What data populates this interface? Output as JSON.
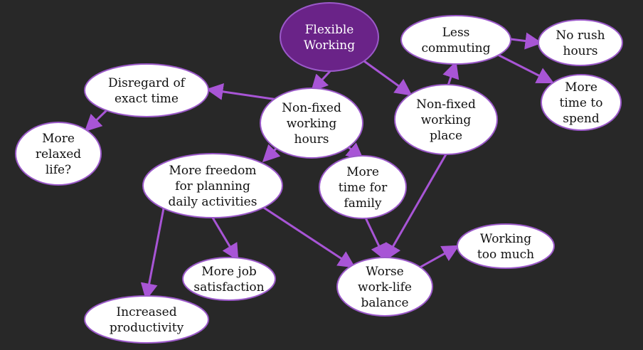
{
  "colors": {
    "background": "#282828",
    "edge": "#a855d6",
    "node_fill": "#ffffff",
    "node_stroke": "#9b59c9",
    "root_fill": "#6a2388",
    "root_text": "#ffffff",
    "node_text": "#111111"
  },
  "nodes": [
    {
      "id": "flexible-working",
      "lines": [
        "Flexible",
        "Working"
      ],
      "root": true
    },
    {
      "id": "less-commuting",
      "lines": [
        "Less",
        "commuting"
      ]
    },
    {
      "id": "no-rush-hours",
      "lines": [
        "No rush",
        "hours"
      ]
    },
    {
      "id": "disregard-of-exact-time",
      "lines": [
        "Disregard of",
        "exact time"
      ]
    },
    {
      "id": "more-time-to-spend",
      "lines": [
        "More",
        "time to",
        "spend"
      ]
    },
    {
      "id": "non-fixed-working-hours",
      "lines": [
        "Non-fixed",
        "working",
        "hours"
      ]
    },
    {
      "id": "non-fixed-working-place",
      "lines": [
        "Non-fixed",
        "working",
        "place"
      ]
    },
    {
      "id": "more-relaxed-life",
      "lines": [
        "More",
        "relaxed",
        "life?"
      ]
    },
    {
      "id": "more-freedom-for-planning",
      "lines": [
        "More freedom",
        "for planning",
        "daily activities"
      ]
    },
    {
      "id": "more-time-for-family",
      "lines": [
        "More",
        "time for",
        "family"
      ]
    },
    {
      "id": "working-too-much",
      "lines": [
        "Working",
        "too much"
      ]
    },
    {
      "id": "more-job-satisfaction",
      "lines": [
        "More job",
        "satisfaction"
      ]
    },
    {
      "id": "worse-work-life-balance",
      "lines": [
        "Worse",
        "work-life",
        "balance"
      ]
    },
    {
      "id": "increased-productivity",
      "lines": [
        "Increased",
        "productivity"
      ]
    }
  ],
  "edges": [
    {
      "from": "flexible-working",
      "to": "non-fixed-working-hours"
    },
    {
      "from": "flexible-working",
      "to": "non-fixed-working-place"
    },
    {
      "from": "non-fixed-working-hours",
      "to": "disregard-of-exact-time"
    },
    {
      "from": "disregard-of-exact-time",
      "to": "more-relaxed-life"
    },
    {
      "from": "non-fixed-working-hours",
      "to": "more-freedom-for-planning"
    },
    {
      "from": "non-fixed-working-hours",
      "to": "more-time-for-family"
    },
    {
      "from": "non-fixed-working-place",
      "to": "less-commuting"
    },
    {
      "from": "less-commuting",
      "to": "no-rush-hours"
    },
    {
      "from": "less-commuting",
      "to": "more-time-to-spend"
    },
    {
      "from": "non-fixed-working-place",
      "to": "worse-work-life-balance"
    },
    {
      "from": "more-time-for-family",
      "to": "worse-work-life-balance"
    },
    {
      "from": "more-freedom-for-planning",
      "to": "worse-work-life-balance"
    },
    {
      "from": "more-freedom-for-planning",
      "to": "more-job-satisfaction"
    },
    {
      "from": "more-freedom-for-planning",
      "to": "increased-productivity"
    },
    {
      "from": "worse-work-life-balance",
      "to": "working-too-much"
    }
  ]
}
